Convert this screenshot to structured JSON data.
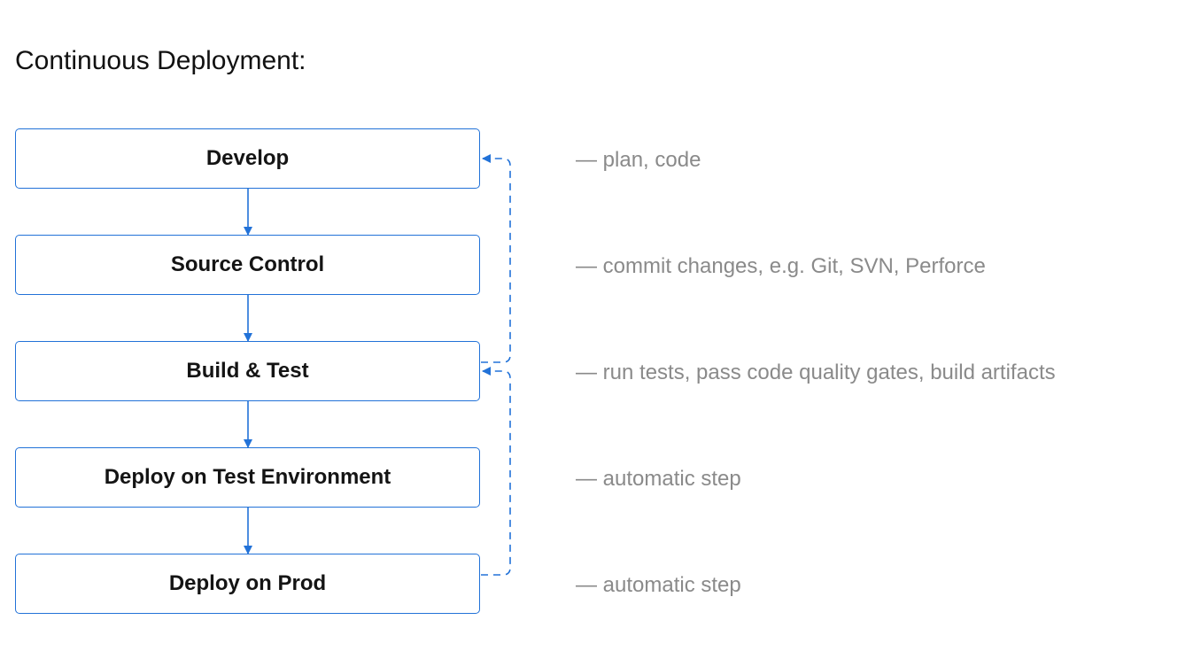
{
  "title": "Continuous Deployment:",
  "steps": [
    {
      "label": "Develop",
      "note": "— plan, code"
    },
    {
      "label": "Source Control",
      "note": "— commit changes, e.g. Git, SVN, Perforce"
    },
    {
      "label": "Build & Test",
      "note": "— run tests, pass code quality gates, build artifacts"
    },
    {
      "label": "Deploy on Test Environment",
      "note": "— automatic step"
    },
    {
      "label": "Deploy on Prod",
      "note": "— automatic step"
    }
  ],
  "feedback_loops": [
    {
      "from_step": 2,
      "to_step": 0
    },
    {
      "from_step": 4,
      "to_step": 2
    }
  ],
  "colors": {
    "accent": "#2272d8",
    "text": "#141414",
    "note": "#8a8a8a"
  }
}
